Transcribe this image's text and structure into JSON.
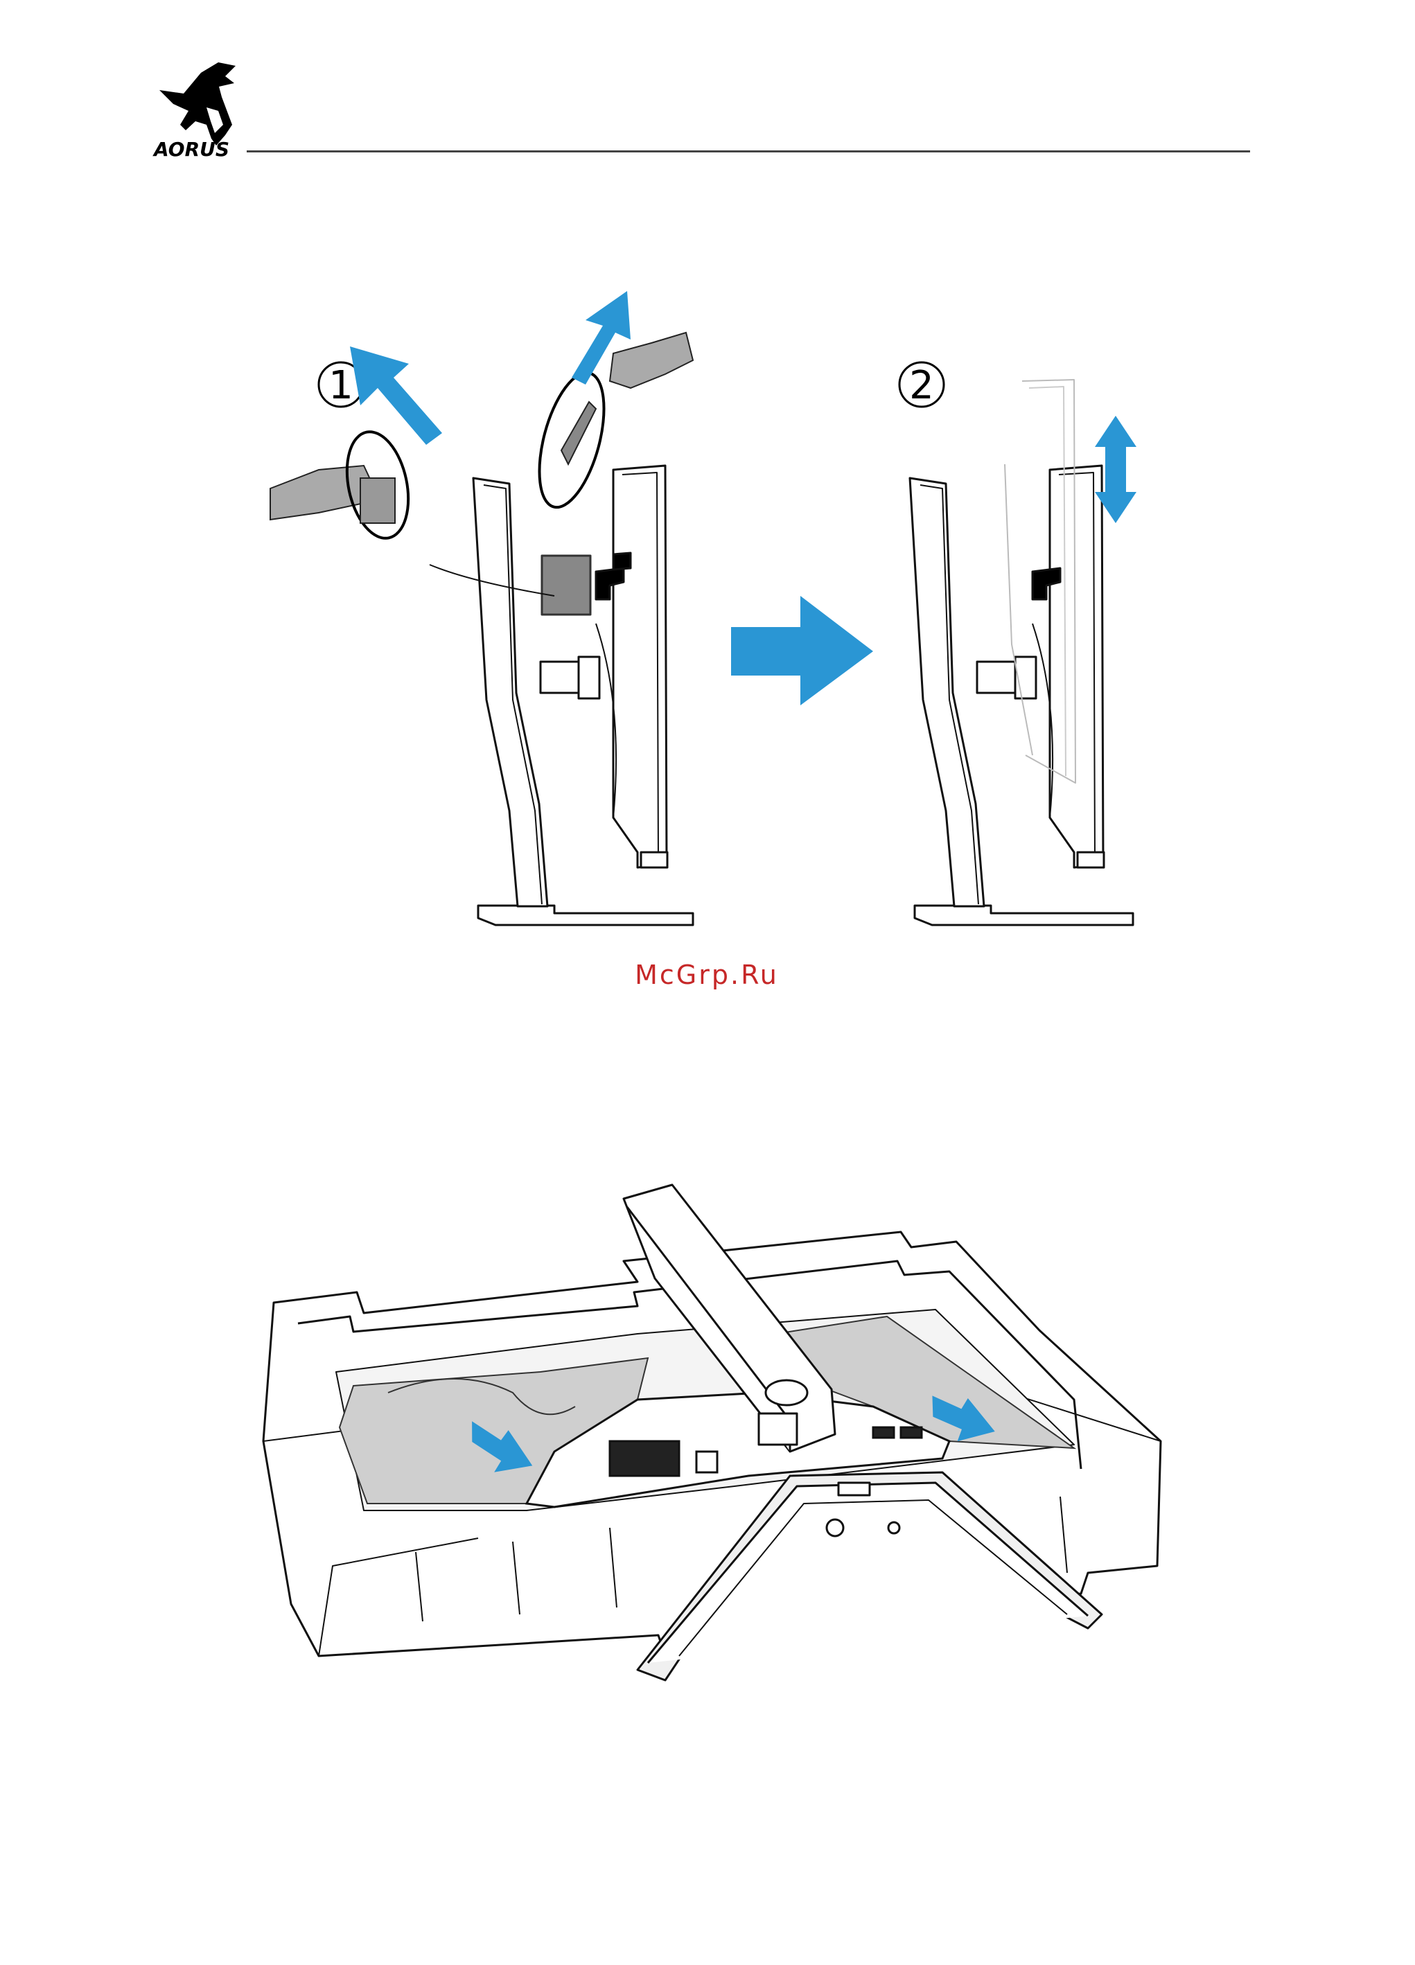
{
  "header": {
    "brand": "AORUS"
  },
  "figure1": {
    "step1_label": "1",
    "step2_label": "2"
  },
  "watermark": "McGrp.Ru",
  "colors": {
    "arrow": "#2a96d4",
    "line": "#111111",
    "rule": "#444444",
    "watermark": "#c62828"
  }
}
